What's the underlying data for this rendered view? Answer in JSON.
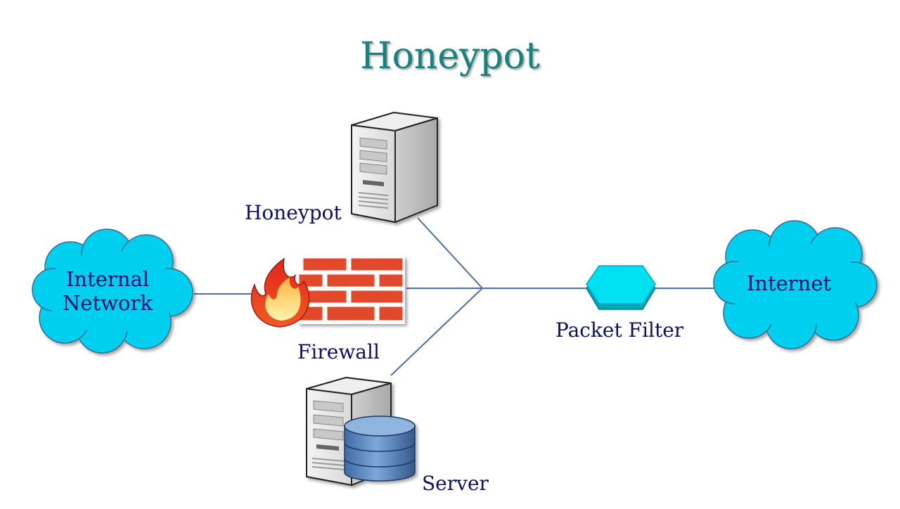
{
  "title": "Honeypot",
  "nodes": {
    "honeypot": "Honeypot",
    "firewall": "Firewall",
    "server": "Server",
    "packet_filter": "Packet Filter",
    "internal_network": "Internal Network",
    "internet": "Internet"
  },
  "colors": {
    "title": "#16837F",
    "label": "#0D0D6B",
    "cloud": "#00CFEF",
    "packet_filter": "#00E0F0",
    "connector": "#4A6FA5",
    "brick": "#E24A2A",
    "database": "#4E7BB5"
  },
  "icons": {
    "honeypot": "server-tower-icon",
    "firewall": "firewall-icon",
    "server": "database-server-icon",
    "packet_filter": "hexagon-icon",
    "internal_network": "cloud-icon",
    "internet": "cloud-icon"
  }
}
